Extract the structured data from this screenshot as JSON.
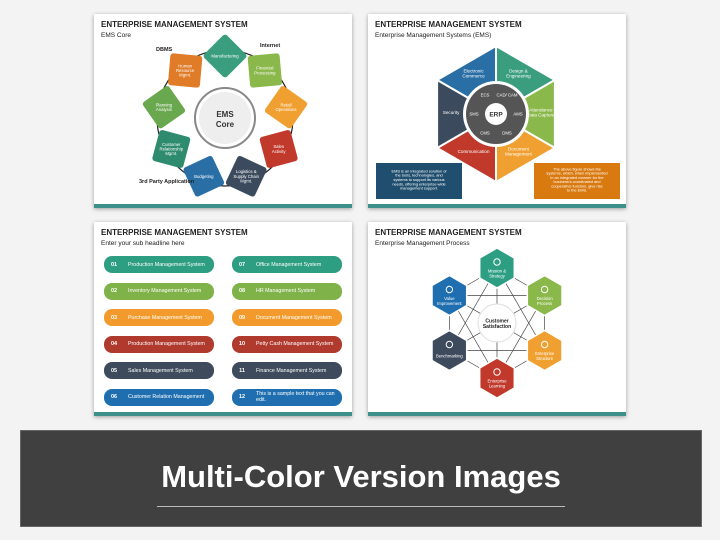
{
  "slides": [
    {
      "title": "ENTERPRISE MANAGEMENT SYSTEM",
      "subtitle": "EMS Core",
      "core": [
        "EMS",
        "Core"
      ],
      "outer_labels": {
        "dbms": "DBMS",
        "internet": "Internet",
        "third_party": "3rd Party Application"
      },
      "segments": [
        {
          "label": "Manufacturing",
          "color": "#3a9e7e"
        },
        {
          "label": "Financial Processing",
          "color": "#8ab84a"
        },
        {
          "label": "Retail Operations",
          "color": "#f0a030"
        },
        {
          "label": "Sales Activity",
          "color": "#c0392b"
        },
        {
          "label": "Logistics & Supply Chain Mgmt.",
          "color": "#3b4a5c"
        },
        {
          "label": "Budgeting",
          "color": "#2a6ea6"
        },
        {
          "label": "Customer Relationship Mgmt.",
          "color": "#2e8b6e"
        },
        {
          "label": "Planning Analysis",
          "color": "#6aa84f"
        },
        {
          "label": "Human Resource Mgmt.",
          "color": "#e07b28"
        }
      ]
    },
    {
      "title": "ENTERPRISE MANAGEMENT SYSTEM",
      "subtitle": "Enterprise Management Systems (EMS)",
      "outer": [
        {
          "label": "Electronic Commerce",
          "color": "#2a6ea6"
        },
        {
          "label": "Design & Engineering",
          "color": "#3a9e7e"
        },
        {
          "label": "Attendance Data Capture",
          "color": "#8ab84a"
        },
        {
          "label": "Document Management",
          "color": "#f0a030"
        },
        {
          "label": "Communication",
          "color": "#c0392b"
        },
        {
          "label": "Security",
          "color": "#3b4a5c"
        }
      ],
      "inner": [
        "ECS",
        "CAD/ CAM",
        "AMS",
        "DMS",
        "CMS",
        "SMS"
      ],
      "center": "ERP",
      "note_left": "EMS is an integrated solution of the tools, technologies, and systems to support its various needs, offering enterprise-wide management support.",
      "note_right": "The above figure shows the systems, which, when implemented in an integrated manner for the business's coordinated and cooperative function, give rise to the EMS."
    },
    {
      "title": "ENTERPRISE MANAGEMENT SYSTEM",
      "subtitle": "Enter your sub headline here",
      "left": [
        {
          "num": "01",
          "label": "Production Management System",
          "color": "#2e9e82"
        },
        {
          "num": "02",
          "label": "Inventory Management System",
          "color": "#7fb34a"
        },
        {
          "num": "03",
          "label": "Purchase Management System",
          "color": "#f29b2c"
        },
        {
          "num": "04",
          "label": "Production Management System",
          "color": "#b03a2e"
        },
        {
          "num": "05",
          "label": "Sales Management System",
          "color": "#3d4b5c"
        },
        {
          "num": "06",
          "label": "Customer Relation Management",
          "color": "#1f6fb0"
        }
      ],
      "right": [
        {
          "num": "07",
          "label": "Office Management System",
          "color": "#2e9e82"
        },
        {
          "num": "08",
          "label": "HR Management System",
          "color": "#7fb34a"
        },
        {
          "num": "09",
          "label": "Document Management System",
          "color": "#f29b2c"
        },
        {
          "num": "10",
          "label": "Petty Cash Management System",
          "color": "#b03a2e"
        },
        {
          "num": "11",
          "label": "Finance Management System",
          "color": "#3d4b5c"
        },
        {
          "num": "12",
          "label": "This is a sample text that you can edit.",
          "color": "#1f6fb0"
        }
      ]
    },
    {
      "title": "ENTERPRISE MANAGEMENT SYSTEM",
      "subtitle": "Enterprise Management Process",
      "center": "Customer Satisfaction",
      "nodes": [
        {
          "label": "Mission & Strategy",
          "color": "#2e9e82",
          "icon": "target-icon"
        },
        {
          "label": "Decision Process",
          "color": "#8ab84a",
          "icon": "people-icon"
        },
        {
          "label": "Enterprise Structure",
          "color": "#f0a030",
          "icon": "building-icon"
        },
        {
          "label": "Enterprise Learning",
          "color": "#c0392b",
          "icon": "book-icon"
        },
        {
          "label": "Benchmarking",
          "color": "#3d4b5c",
          "icon": "presentation-icon"
        },
        {
          "label": "Value Improvement",
          "color": "#1f6fb0",
          "icon": "chart-icon"
        }
      ]
    }
  ],
  "banner": "Multi-Color Version Images",
  "accent": "#3c8f8a"
}
